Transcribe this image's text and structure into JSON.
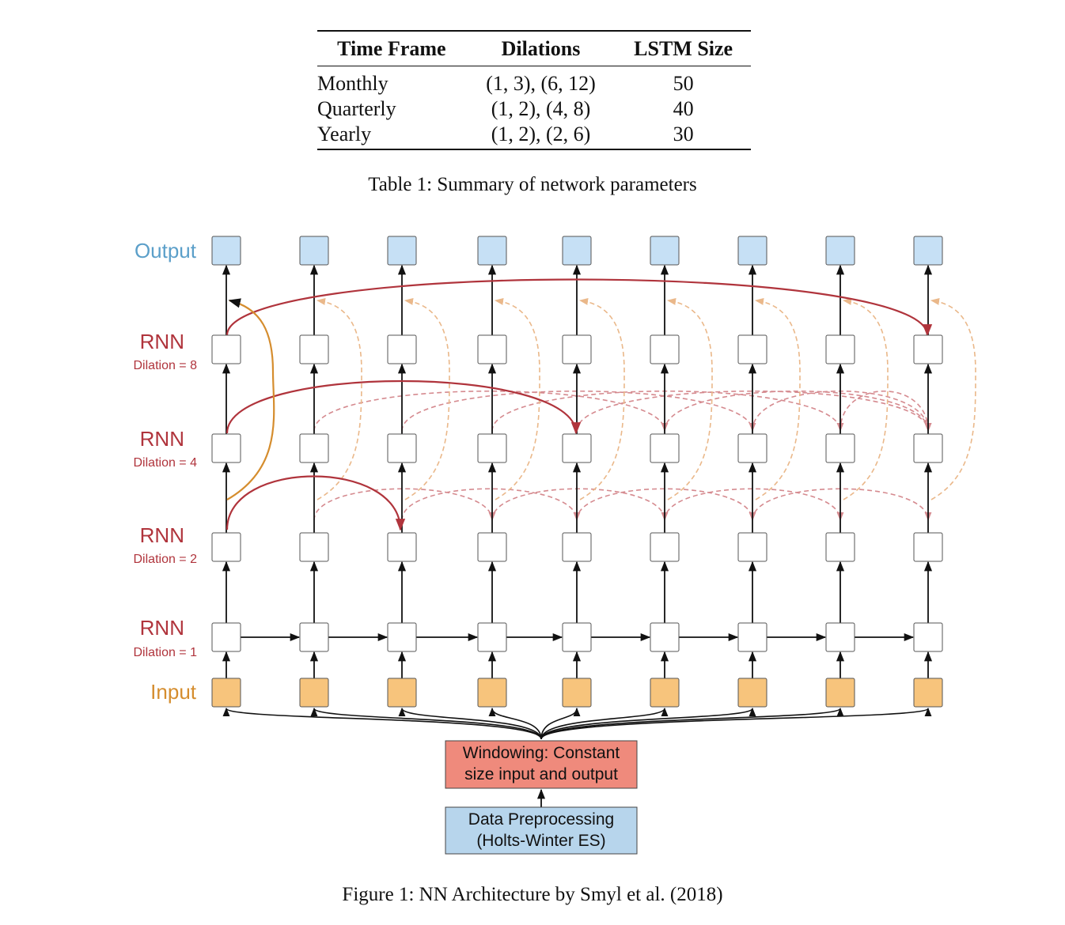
{
  "table": {
    "headers": [
      "Time Frame",
      "Dilations",
      "LSTM Size"
    ],
    "rows": [
      {
        "time_frame": "Monthly",
        "dilations": "(1, 3), (6, 12)",
        "lstm_size": "50"
      },
      {
        "time_frame": "Quarterly",
        "dilations": "(1, 2), (4, 8)",
        "lstm_size": "40"
      },
      {
        "time_frame": "Yearly",
        "dilations": "(1, 2), (2, 6)",
        "lstm_size": "30"
      }
    ],
    "caption": "Table 1: Summary of network parameters"
  },
  "figure": {
    "layer_labels": {
      "output": "Output",
      "rnn8": "RNN",
      "rnn8_sub": "Dilation = 8",
      "rnn4": "RNN",
      "rnn4_sub": "Dilation = 4",
      "rnn2": "RNN",
      "rnn2_sub": "Dilation = 2",
      "rnn1": "RNN",
      "rnn1_sub": "Dilation = 1",
      "input": "Input"
    },
    "windowing_box": [
      "Windowing: Constant",
      "size input and output"
    ],
    "preprocessing_box": [
      "Data Preprocessing",
      "(Holts-Winter ES)"
    ],
    "caption": "Figure 1: NN Architecture by Smyl et al. (2018)"
  },
  "colors": {
    "output_fill": "#c6e0f5",
    "input_fill": "#f7c47c",
    "rnn_label": "#b0343c",
    "output_label": "#5b9fc9",
    "input_label": "#d58d2e",
    "red_arrow": "#b0343c",
    "orange_arrow": "#d58d2e",
    "windowing_fill": "#ef8a7c",
    "preprocessing_fill": "#b7d5ec"
  }
}
